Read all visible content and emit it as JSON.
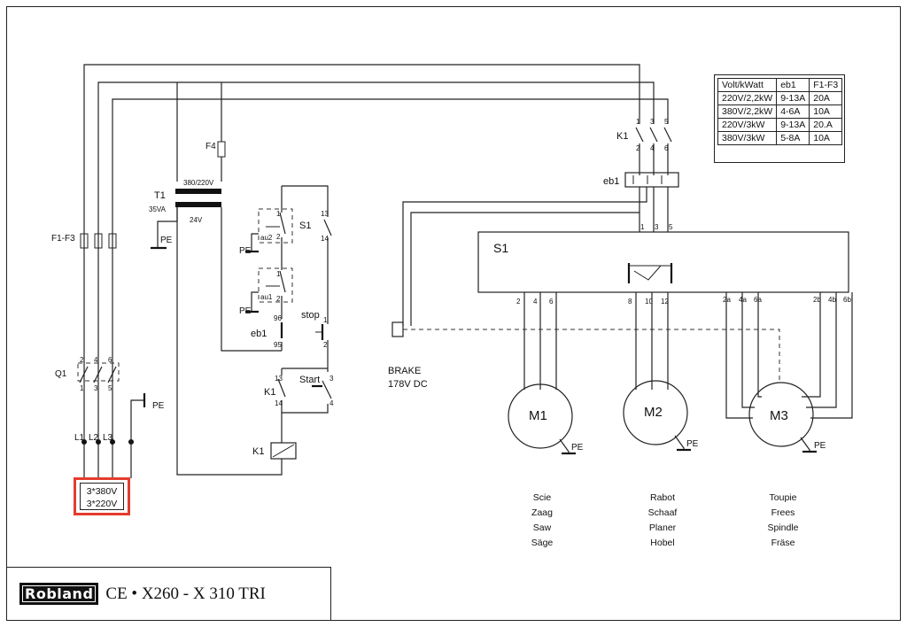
{
  "title_block": {
    "logo": "Robland",
    "model": "CE • X260 - X 310 TRI"
  },
  "spec_table": {
    "headers": [
      "Volt/kWatt",
      "eb1",
      "F1-F3"
    ],
    "rows": [
      [
        "220V/2,2kW",
        "9-13A",
        "20A"
      ],
      [
        "380V/2,2kW",
        "4-6A",
        "10A"
      ],
      [
        "220V/3kW",
        "9-13A",
        "20.A"
      ],
      [
        "380V/3kW",
        "5-8A",
        "10A"
      ]
    ]
  },
  "supply": {
    "line1": "3*380V",
    "line2": "3*220V"
  },
  "labels": {
    "F4": "F4",
    "T1": "T1",
    "T1_rating": "35VA",
    "T1_primary": "380/220V",
    "T1_secondary": "24V",
    "F1F3": "F1-F3",
    "PE": "PE",
    "Q1": "Q1",
    "L1": "L1",
    "L2": "L2",
    "L3": "L3",
    "S1": "S1",
    "stop": "stop",
    "eb1": "eb1",
    "start": "Start",
    "K1": "K1",
    "au1": "au1",
    "au2": "au2",
    "brake": "BRAKE",
    "brake_v": "178V DC",
    "M1": "M1",
    "M2": "M2",
    "M3": "M3"
  },
  "terminals": {
    "n1": "1",
    "n2": "2",
    "n3": "3",
    "n4": "4",
    "n5": "5",
    "n6": "6",
    "n8": "8",
    "n10": "10",
    "n12": "12",
    "n13": "13",
    "n14": "14",
    "n95": "95",
    "n96": "96",
    "n2a": "2a",
    "n4a": "4a",
    "n6a": "6a",
    "n2b": "2b",
    "n4b": "4b",
    "n6b": "6b"
  },
  "motor_captions": {
    "m1": [
      "Scie",
      "Zaag",
      "Saw",
      "Säge"
    ],
    "m2": [
      "Rabot",
      "Schaaf",
      "Planer",
      "Hobel"
    ],
    "m3": [
      "Toupie",
      "Frees",
      "Spindle",
      "Fräse"
    ]
  },
  "colors": {
    "highlight": "#e53c2e"
  }
}
